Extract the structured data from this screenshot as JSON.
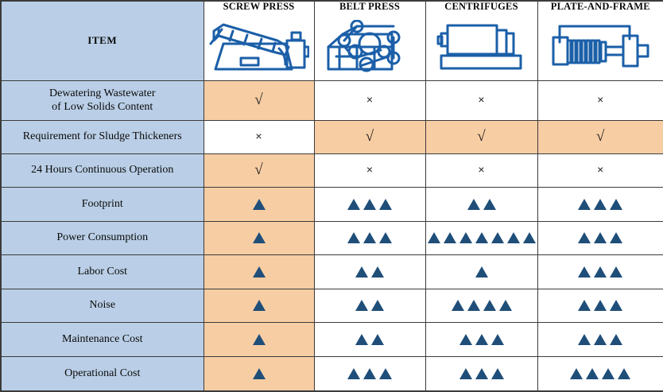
{
  "table": {
    "item_header": "ITEM",
    "columns": [
      {
        "label": "SCREW PRESS",
        "icon": "screw-press-icon"
      },
      {
        "label": "BELT PRESS",
        "icon": "belt-press-icon"
      },
      {
        "label": "CENTRIFUGES",
        "icon": "centrifuge-icon"
      },
      {
        "label": "PLATE-AND-FRAME",
        "icon": "plate-and-frame-icon"
      }
    ],
    "symbols": {
      "check": "√",
      "cross": "×",
      "triangle": "▲"
    },
    "colors": {
      "label_cell": "#bacfe7",
      "highlight_cell": "#f7cda4",
      "plain_cell": "#ffffff",
      "triangle": "#1f4e79",
      "icon_stroke": "#1b5fa8",
      "border": "#3b3b3b",
      "text": "#0a0a0a"
    },
    "rows": [
      {
        "label": "Dewatering Wastewater\nof Low Solids Content",
        "label_line1": "Dewatering Wastewater",
        "label_line2": "of Low Solids Content",
        "type": "mark",
        "cells": [
          {
            "mark": "check",
            "value": "√",
            "highlight": true
          },
          {
            "mark": "cross",
            "value": "×",
            "highlight": false
          },
          {
            "mark": "cross",
            "value": "×",
            "highlight": false
          },
          {
            "mark": "cross",
            "value": "×",
            "highlight": false
          }
        ]
      },
      {
        "label": "Requirement for Sludge Thickeners",
        "type": "mark",
        "cells": [
          {
            "mark": "cross",
            "value": "×",
            "highlight": false
          },
          {
            "mark": "check",
            "value": "√",
            "highlight": true
          },
          {
            "mark": "check",
            "value": "√",
            "highlight": true
          },
          {
            "mark": "check",
            "value": "√",
            "highlight": true
          }
        ]
      },
      {
        "label": "24 Hours Continuous Operation",
        "type": "mark",
        "cells": [
          {
            "mark": "check",
            "value": "√",
            "highlight": true
          },
          {
            "mark": "cross",
            "value": "×",
            "highlight": false
          },
          {
            "mark": "cross",
            "value": "×",
            "highlight": false
          },
          {
            "mark": "cross",
            "value": "×",
            "highlight": false
          }
        ]
      },
      {
        "label": "Footprint",
        "type": "rating",
        "cells": [
          {
            "count": 1,
            "highlight": true
          },
          {
            "count": 3,
            "highlight": false
          },
          {
            "count": 2,
            "highlight": false
          },
          {
            "count": 3,
            "highlight": false
          }
        ]
      },
      {
        "label": "Power Consumption",
        "type": "rating",
        "cells": [
          {
            "count": 1,
            "highlight": true
          },
          {
            "count": 3,
            "highlight": false
          },
          {
            "count": 7,
            "highlight": false
          },
          {
            "count": 3,
            "highlight": false
          }
        ]
      },
      {
        "label": "Labor Cost",
        "type": "rating",
        "cells": [
          {
            "count": 1,
            "highlight": true
          },
          {
            "count": 2,
            "highlight": false
          },
          {
            "count": 1,
            "highlight": false
          },
          {
            "count": 3,
            "highlight": false
          }
        ]
      },
      {
        "label": "Noise",
        "type": "rating",
        "cells": [
          {
            "count": 1,
            "highlight": true
          },
          {
            "count": 2,
            "highlight": false
          },
          {
            "count": 4,
            "highlight": false
          },
          {
            "count": 3,
            "highlight": false
          }
        ]
      },
      {
        "label": "Maintenance Cost",
        "type": "rating",
        "cells": [
          {
            "count": 1,
            "highlight": true
          },
          {
            "count": 2,
            "highlight": false
          },
          {
            "count": 3,
            "highlight": false
          },
          {
            "count": 3,
            "highlight": false
          }
        ]
      },
      {
        "label": "Operational Cost",
        "type": "rating",
        "cells": [
          {
            "count": 1,
            "highlight": true
          },
          {
            "count": 3,
            "highlight": false
          },
          {
            "count": 3,
            "highlight": false
          },
          {
            "count": 4,
            "highlight": false
          }
        ]
      }
    ]
  }
}
